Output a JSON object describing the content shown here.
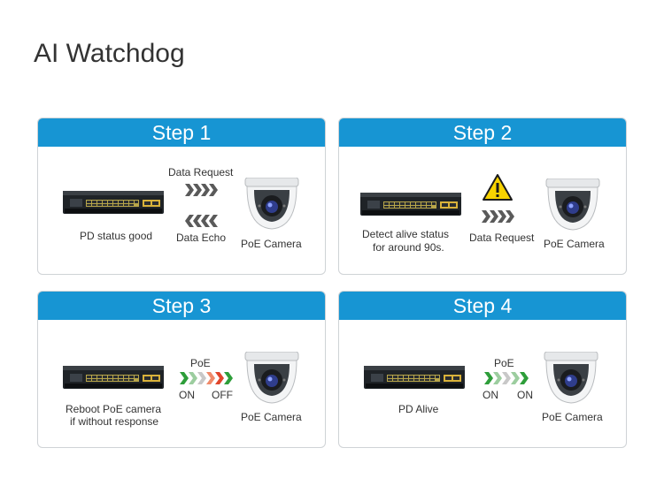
{
  "title": "AI Watchdog",
  "steps": [
    {
      "heading": "Step 1",
      "switch_label": "PD status good",
      "request_label": "Data Request",
      "echo_label": "Data Echo",
      "camera_label": "PoE Camera"
    },
    {
      "heading": "Step 2",
      "status_line1": "Detect alive  status",
      "status_line2": "for around 90s.",
      "request_label": "Data Request",
      "camera_label": "PoE Camera"
    },
    {
      "heading": "Step 3",
      "switch_line1": "Reboot PoE camera",
      "switch_line2": "if without response",
      "poe_label": "PoE",
      "on_label": "ON",
      "off_label": "OFF",
      "camera_label": "PoE Camera"
    },
    {
      "heading": "Step 4",
      "switch_label": "PD Alive",
      "poe_label": "PoE",
      "on_label": "ON",
      "on2_label": "ON",
      "camera_label": "PoE Camera"
    }
  ],
  "colors": {
    "header": "#1795d3",
    "arrow_grey": "#5a5a5a",
    "arrow_green": "#2e9e3a",
    "arrow_red": "#e0452b",
    "warning": "#f7d200"
  }
}
